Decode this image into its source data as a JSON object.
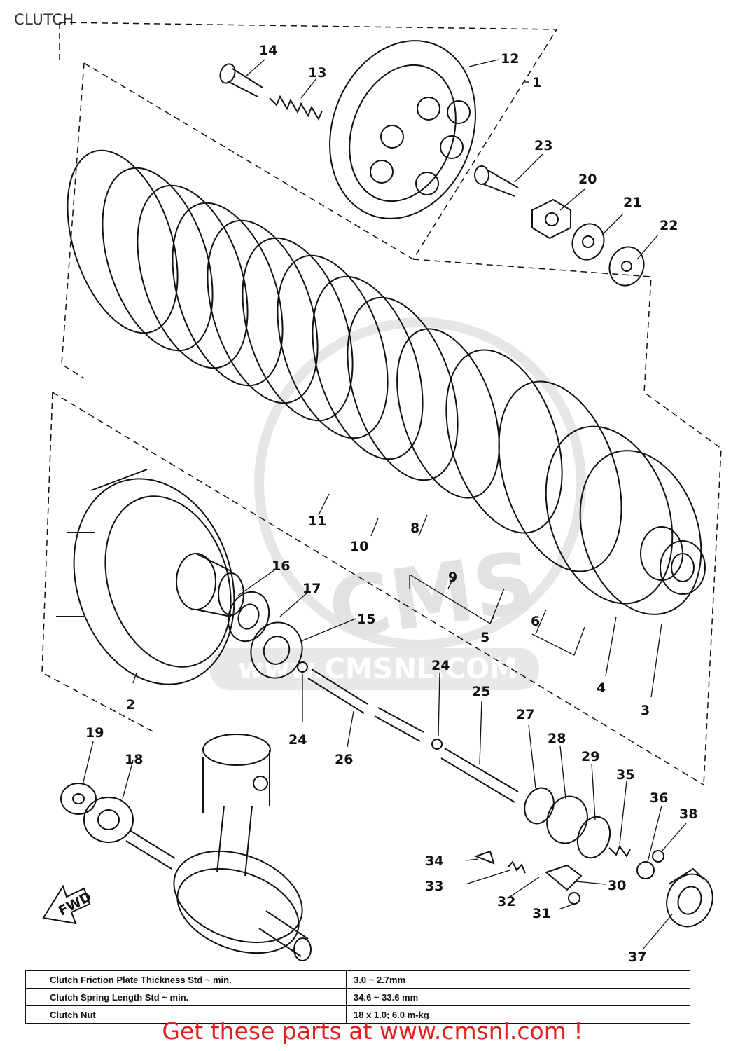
{
  "title": "CLUTCH",
  "watermark": {
    "logo": "CMS",
    "url": "www.CMSNL.COM"
  },
  "fwd_label": "FWD",
  "callouts": [
    "1",
    "2",
    "3",
    "4",
    "5",
    "6",
    "8",
    "9",
    "10",
    "11",
    "12",
    "13",
    "14",
    "15",
    "16",
    "17",
    "18",
    "19",
    "20",
    "21",
    "22",
    "23",
    "24",
    "25",
    "26",
    "27",
    "28",
    "29",
    "30",
    "31",
    "32",
    "33",
    "34",
    "35",
    "36",
    "37",
    "38"
  ],
  "specs": [
    {
      "label": "Clutch Friction Plate Thickness Std ~ min.",
      "value": "3.0 ~ 2.7mm"
    },
    {
      "label": "Clutch Spring Length Std ~ min.",
      "value": "34.6 ~ 33.6 mm"
    },
    {
      "label": "Clutch Nut",
      "value": "18 x 1.0; 6.0 m-kg"
    }
  ],
  "footer": "Get these parts at www.cmsnl.com !",
  "colors": {
    "line": "#111111",
    "footer": "#e0201e",
    "watermark": "#e2e2e2"
  }
}
